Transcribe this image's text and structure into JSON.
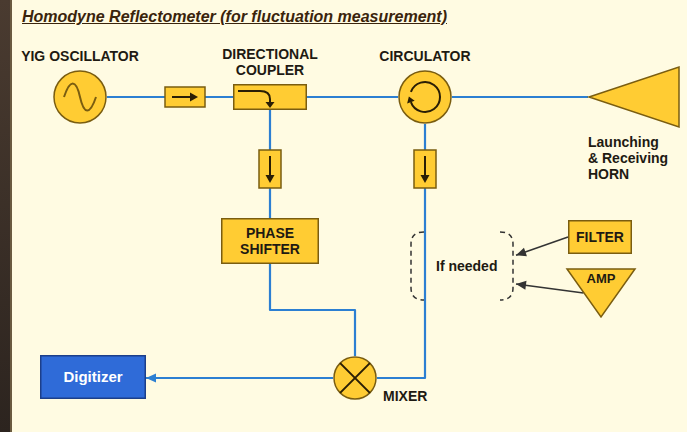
{
  "diagram": {
    "title": "Homodyne Reflectometer (for fluctuation measurement)",
    "nodes": [
      {
        "text": [
          "YIG OSCILLATOR"
        ]
      },
      {
        "text": [
          "DIRECTIONAL COUPLER"
        ]
      },
      {
        "text": [
          "CIRCULATOR"
        ]
      },
      {
        "text": [
          "Launching & Receiving HORN"
        ]
      },
      {
        "text": [
          "PHASE SHIFTER"
        ]
      },
      {
        "text": [
          "If needed"
        ]
      },
      {
        "text": [
          "FILTER"
        ]
      },
      {
        "text": [
          "AMP"
        ]
      },
      {
        "text": [
          "Digitizer"
        ]
      },
      {
        "text": [
          "MIXER"
        ]
      }
    ],
    "edges": [
      {
        "from": 0,
        "to": 1,
        "arrow": "none"
      },
      {
        "from": 1,
        "to": 2,
        "arrow": "none"
      },
      {
        "from": 2,
        "to": 3,
        "arrow": "none"
      },
      {
        "from": 1,
        "to": 4,
        "arrow": "none"
      },
      {
        "from": 4,
        "to": 9,
        "arrow": "none"
      },
      {
        "from": 2,
        "to": 9,
        "arrow": "none"
      },
      {
        "from": 9,
        "to": 8,
        "arrow": "to"
      },
      {
        "from": 6,
        "to": 5,
        "arrow": "to"
      },
      {
        "from": 7,
        "to": 5,
        "arrow": "to"
      }
    ]
  }
}
